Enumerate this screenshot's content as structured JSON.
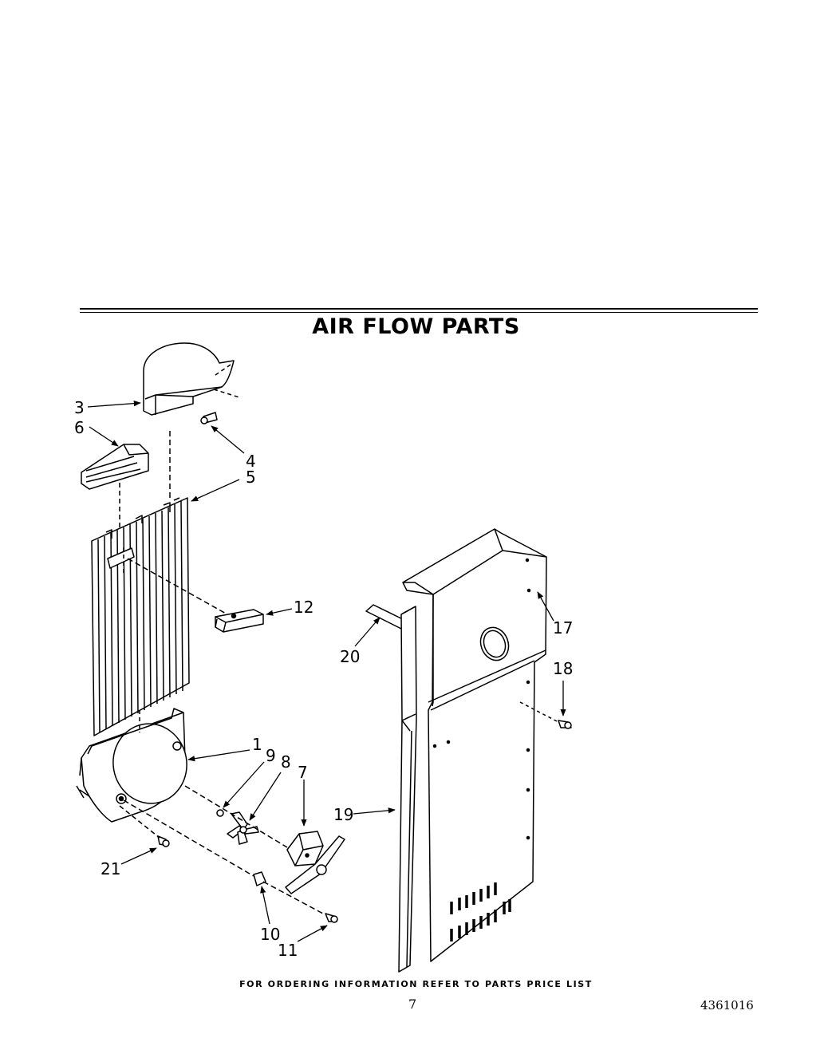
{
  "title": "AIR FLOW PARTS",
  "callouts": {
    "c1": "1",
    "c3": "3",
    "c4": "4",
    "c5": "5",
    "c6": "6",
    "c7": "7",
    "c8": "8",
    "c9": "9",
    "c10": "10",
    "c11": "11",
    "c12": "12",
    "c17": "17",
    "c18": "18",
    "c19": "19",
    "c20": "20",
    "c21": "21"
  },
  "footer": {
    "note": "FOR ORDERING INFORMATION REFER TO PARTS PRICE LIST",
    "page_number": "7",
    "document_number": "4361016"
  }
}
